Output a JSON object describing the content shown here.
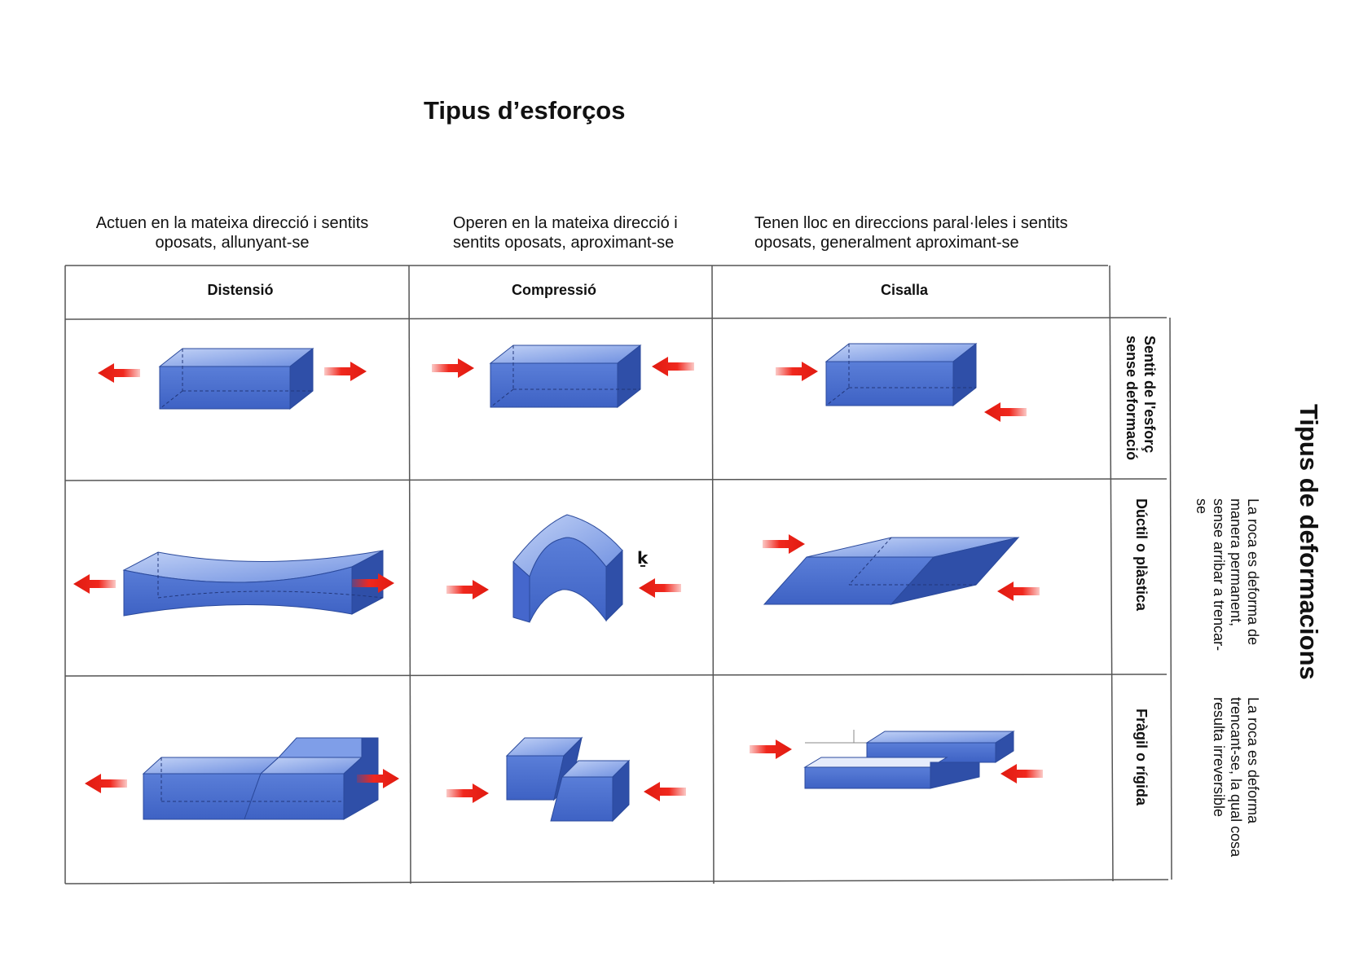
{
  "title": "Tipus d’esforços",
  "descriptions": [
    "Actuen en la mateixa direcció i sentits oposats, allunyant-se",
    "Operen en la mateixa direcció i sentits oposats, aproximant-se",
    "Tenen lloc en direccions paral·leles i sentits oposats, generalment aproximant-se"
  ],
  "columns": [
    "Distensió",
    "Compressió",
    "Cisalla"
  ],
  "rows": [
    {
      "label": "Sentit de l'esforç sense deformació",
      "description": ""
    },
    {
      "label": "Dúctil o plàstica",
      "description": "La roca es deforma de manera permanent, sense arribar a trencar-se"
    },
    {
      "label": "Fràgil o rígida",
      "description": "La roca es deforma trencant-se, la qual cosa resulta irreversible"
    }
  ],
  "side_title": "Tipus de deformacions",
  "annotation": "ḵ",
  "colors": {
    "block_front": "#4a6fd0",
    "block_top": "#8aa6ec",
    "block_side": "#2f4fa8",
    "arrow": "#f0281e",
    "grid": "#555555"
  }
}
